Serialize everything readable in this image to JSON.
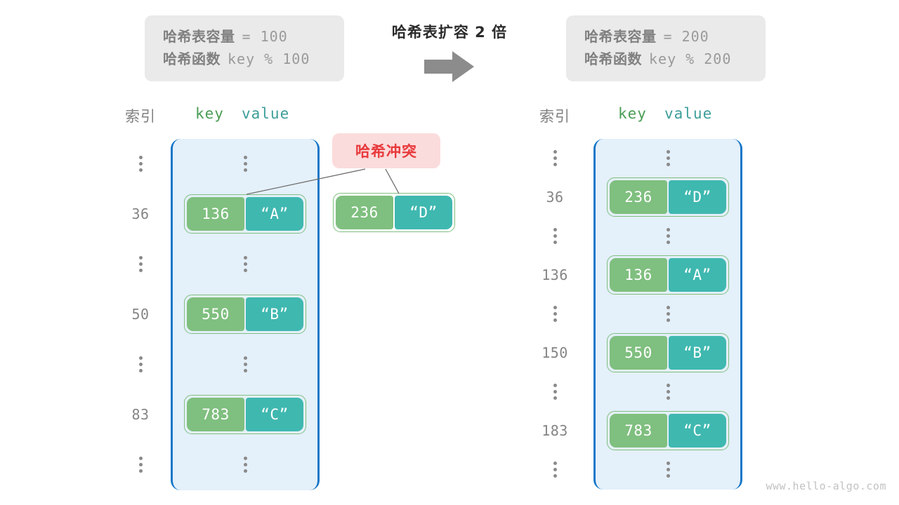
{
  "center": {
    "title": "哈希表扩容 2 倍",
    "arrow_icon": "right-arrow-icon"
  },
  "info_left": {
    "capacity_label": "哈希表容量",
    "capacity_value": "= 100",
    "function_label": "哈希函数",
    "function_value": "key % 100"
  },
  "info_right": {
    "capacity_label": "哈希表容量",
    "capacity_value": "= 200",
    "function_label": "哈希函数",
    "function_value": "key % 200"
  },
  "headers": {
    "index": "索引",
    "key": "key",
    "value": "value"
  },
  "collision": {
    "badge": "哈希冲突"
  },
  "detached_entry": {
    "key": "236",
    "value": "“D”"
  },
  "left_table": {
    "rows": [
      {
        "index": "⋮",
        "type": "dots"
      },
      {
        "index": "36",
        "type": "entry",
        "key": "136",
        "value": "“A”"
      },
      {
        "index": "⋮",
        "type": "dots"
      },
      {
        "index": "50",
        "type": "entry",
        "key": "550",
        "value": "“B”"
      },
      {
        "index": "⋮",
        "type": "dots"
      },
      {
        "index": "83",
        "type": "entry",
        "key": "783",
        "value": "“C”"
      },
      {
        "index": "⋮",
        "type": "dots"
      }
    ]
  },
  "right_table": {
    "rows": [
      {
        "index": "⋮",
        "type": "dots"
      },
      {
        "index": "36",
        "type": "entry",
        "key": "236",
        "value": "“D”"
      },
      {
        "index": "⋮",
        "type": "dots"
      },
      {
        "index": "136",
        "type": "entry",
        "key": "136",
        "value": "“A”"
      },
      {
        "index": "⋮",
        "type": "dots"
      },
      {
        "index": "150",
        "type": "entry",
        "key": "550",
        "value": "“B”"
      },
      {
        "index": "⋮",
        "type": "dots"
      },
      {
        "index": "183",
        "type": "entry",
        "key": "783",
        "value": "“C”"
      },
      {
        "index": "⋮",
        "type": "dots"
      }
    ]
  },
  "watermark": "www.hello-algo.com",
  "colors": {
    "key_fill": "#7fbf7f",
    "value_fill": "#3fb8b0",
    "bucket_fill": "#e4f0fa",
    "bucket_border": "#1677c9",
    "badge_fill": "#fbdcdc",
    "badge_text": "#e8393c",
    "info_fill": "#eaeaea",
    "arrow_fill": "#8c8c8c"
  }
}
